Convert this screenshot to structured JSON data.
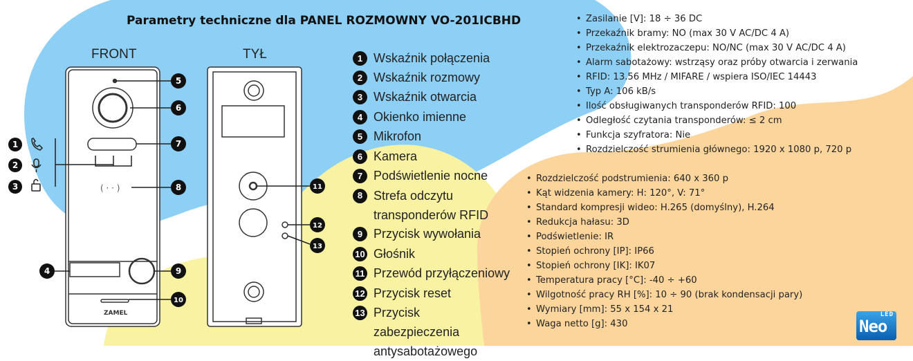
{
  "title": "Parametry techniczne dla PANEL ROZMOWNY VO-201ICBHD",
  "front_label": "FRONT",
  "back_label": "TYŁ",
  "brand_on_device": "ZAMEL",
  "legend": [
    {
      "n": "1",
      "text": "Wskaźnik połączenia"
    },
    {
      "n": "2",
      "text": "Wskaźnik rozmowy"
    },
    {
      "n": "3",
      "text": "Wskaźnik otwarcia"
    },
    {
      "n": "4",
      "text": "Okienko imienne"
    },
    {
      "n": "5",
      "text": "Mikrofon"
    },
    {
      "n": "6",
      "text": "Kamera"
    },
    {
      "n": "7",
      "text": "Podświetlenie nocne"
    },
    {
      "n": "8",
      "text": "Strefa odczytu transponderów RFID"
    },
    {
      "n": "9",
      "text": "Przycisk wywołania"
    },
    {
      "n": "10",
      "text": "Głośnik"
    },
    {
      "n": "11",
      "text": "Przewód przyłączeniowy"
    },
    {
      "n": "12",
      "text": "Przycisk reset"
    },
    {
      "n": "13",
      "text": "Przycisk zabezpieczenia antysabotażowego"
    }
  ],
  "specs_top": [
    "Zasilanie [V]: 18 ÷ 36 DC",
    "Przekaźnik bramy: NO (max 30 V AC/DC 4 A)",
    "Przekaźnik elektrozaczepu: NO/NC (max 30 V AC/DC 4 A)",
    "Alarm sabotażowy: wstrząsy oraz próby otwarcia i zerwania",
    "RFID: 13.56 MHz / MIFARE / wspiera ISO/IEC 14443",
    "Typ A: 106 kB/s",
    "Ilość obsługiwanych transponderów RFID: 100",
    "Odległość czytania transponderów: ≤ 2 cm",
    "Funkcja szyfratora: Nie",
    "Rozdzielczość strumienia głównego: 1920 x 1080 p, 720 p"
  ],
  "specs_bottom": [
    "Rozdzielczość podstrumienia: 640 x 360 p",
    "Kąt widzenia kamery: H: 120°, V: 71°",
    "Standard kompresji wideo: H.265 (domyślny), H.264",
    "Redukcja hałasu: 3D",
    "Podświetlenie: IR",
    "Stopień ochrony [IP]: IP66",
    "Stopień ochrony [IK]: IK07",
    "Temperatura pracy [°C]: -40 ÷ +60",
    "Wilgotność pracy RH [%]: 10 ÷ 90 (brak kondensacji pary)",
    "Wymiary [mm]: 55 x 154 x 21",
    "Waga netto [g]: 430"
  ],
  "logo": {
    "top": "LED",
    "main": "Neo"
  },
  "colors": {
    "blue": "#8ecff5",
    "yellow": "#f8f2a2",
    "orange": "#fcd59d"
  }
}
